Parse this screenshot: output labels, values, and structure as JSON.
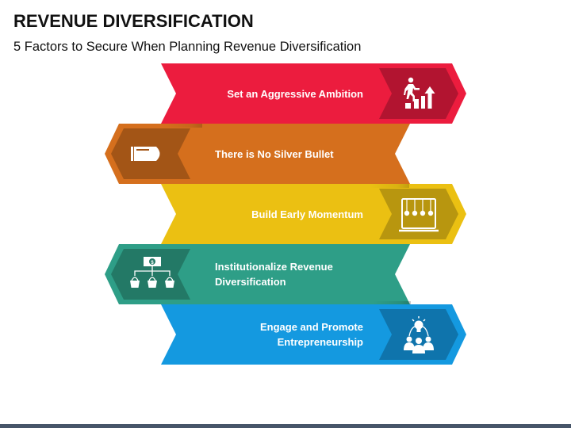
{
  "header": {
    "title": "REVENUE DIVERSIFICATION",
    "subtitle": "5 Factors to Secure When Planning Revenue Diversification"
  },
  "factors": [
    {
      "label_line1": "Set an Aggressive Ambition",
      "label_line2": "",
      "icon": "climbing-growth-icon",
      "direction": "right",
      "color": "#EC1C3E",
      "icon_bg": "#B21430"
    },
    {
      "label_line1": "There is No Silver Bullet",
      "label_line2": "",
      "icon": "bullet-icon",
      "direction": "left",
      "color": "#D56F1D",
      "icon_bg": "#A35516"
    },
    {
      "label_line1": "Build Early Momentum",
      "label_line2": "",
      "icon": "newtons-cradle-icon",
      "direction": "right",
      "color": "#EBC012",
      "icon_bg": "#B8960F"
    },
    {
      "label_line1": "Institutionalize Revenue",
      "label_line2": "Diversification",
      "icon": "money-baskets-icon",
      "direction": "left",
      "color": "#2E9E87",
      "icon_bg": "#237966"
    },
    {
      "label_line1": "Engage and Promote",
      "label_line2": "Entrepreneurship",
      "icon": "idea-team-icon",
      "direction": "right",
      "color": "#1499E0",
      "icon_bg": "#0F74AC"
    }
  ],
  "footer": {
    "color": "#475569"
  }
}
